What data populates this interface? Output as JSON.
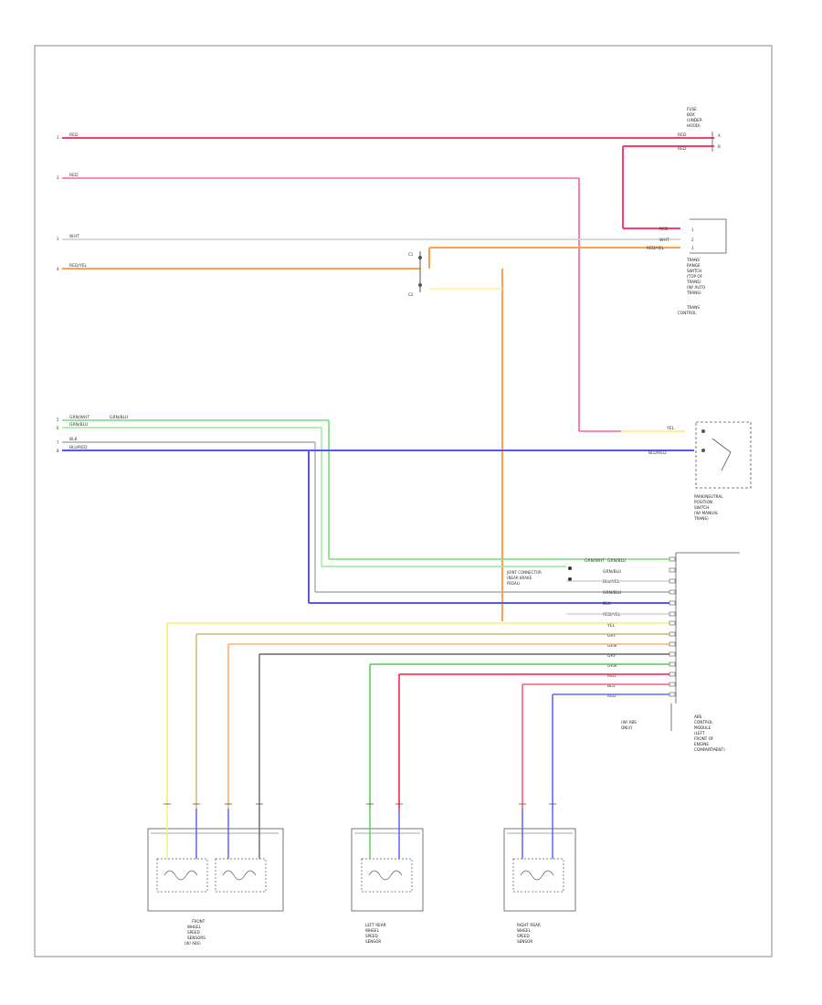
{
  "code": "",
  "wires": [
    {
      "id": "w-ign",
      "label": "RED",
      "color": "#ff3b6b"
    },
    {
      "id": "w-fuse",
      "label": "RED",
      "color": "#ff4f80"
    },
    {
      "id": "w-wht",
      "label": "WHT",
      "color": "#cccccc"
    },
    {
      "id": "w-ignsw",
      "label": "RED/YEL",
      "color": "#ffa050"
    },
    {
      "id": "w-grn",
      "label": "GRN/WHT",
      "color": "#66dd66"
    },
    {
      "id": "w-grnb",
      "label": "GRN/BLU",
      "color": "#77e077"
    },
    {
      "id": "w-blk",
      "label": "BLK",
      "color": "#aaaaaa"
    },
    {
      "id": "w-blu",
      "label": "BLU/RED",
      "color": "#5555ff"
    },
    {
      "id": "w-yel",
      "label": "YEL",
      "color": "#f0f070"
    },
    {
      "id": "w-gry",
      "label": "GRY",
      "color": "#777777"
    }
  ],
  "module_pins": [
    "",
    "",
    "",
    "",
    "",
    "",
    "",
    "",
    "",
    "",
    "",
    "",
    "",
    ""
  ],
  "sensors": [
    {
      "id": "sensor-front",
      "label": ""
    },
    {
      "id": "sensor-left",
      "label": ""
    },
    {
      "id": "sensor-right",
      "label": ""
    }
  ]
}
